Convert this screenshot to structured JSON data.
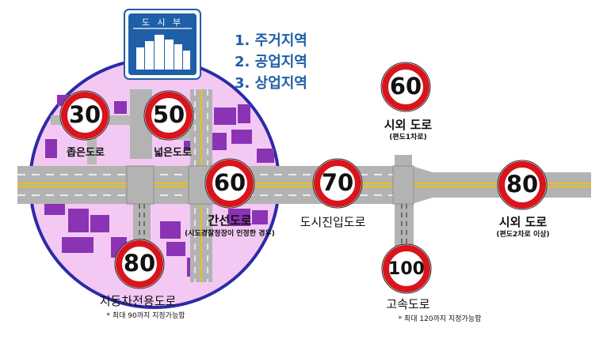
{
  "city_sign": {
    "text": "도 시 부",
    "icon": "city-skyline-icon",
    "bg_color": "#1f5fa8"
  },
  "area_list": [
    "1. 주거지역",
    "2. 공업지역",
    "3. 상업지역"
  ],
  "colors": {
    "urban_fill": "#f3c9f3",
    "urban_border": "#2b2ba8",
    "building": "#8a34b5",
    "road": "#b3b3b3",
    "center_line": "#f2c200",
    "sign_ring": "#d8141c",
    "text_blue": "#1f5fa8"
  },
  "signs": {
    "narrow": {
      "value": "30",
      "label": "좁은도로"
    },
    "wide": {
      "value": "50",
      "label": "넓은도로"
    },
    "arterial": {
      "value": "60",
      "label": "간선도로",
      "sub": "(시도경찰청장이 인정한 경우)"
    },
    "entry": {
      "value": "70",
      "label": "도시진입도로"
    },
    "rural1": {
      "value": "60",
      "label": "시외 도로",
      "sub": "(편도1차로)"
    },
    "rural2": {
      "value": "80",
      "label": "시외 도로",
      "sub": "(편도2차로 이상)"
    },
    "motorway": {
      "value": "80",
      "label": "지동차전용도로",
      "note": "* 최대 90까지 지정가능함"
    },
    "highway": {
      "value": "100",
      "label": "고속도로",
      "note": "* 최대 120까지 지정가능함"
    }
  }
}
